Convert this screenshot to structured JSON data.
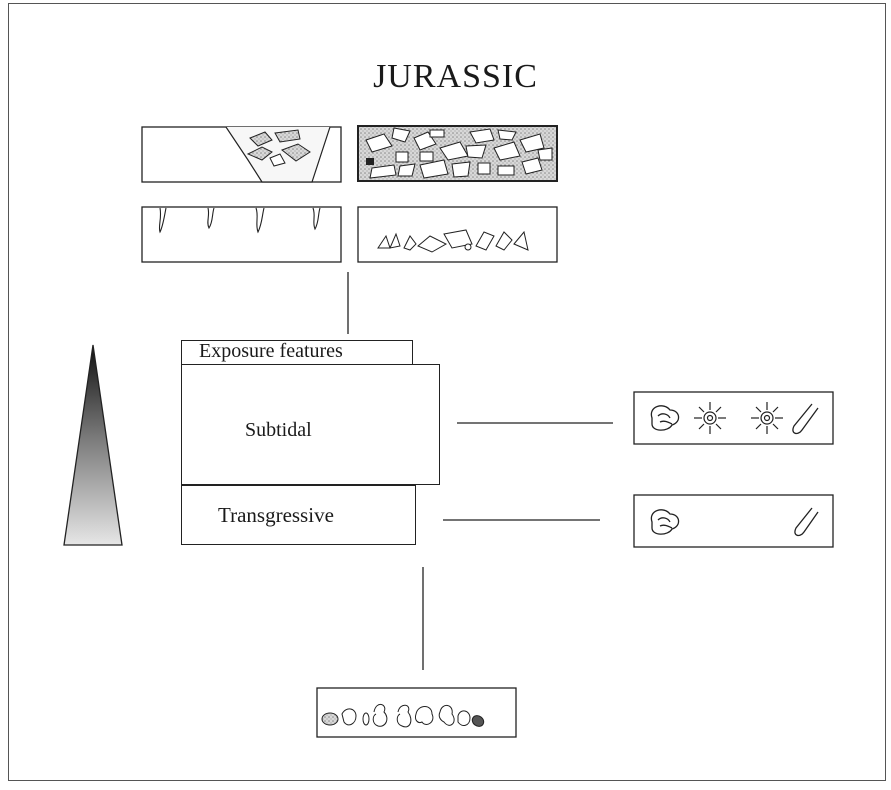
{
  "diagram": {
    "title": "JURASSIC",
    "facies": {
      "exposure_label": "Exposure features",
      "subtidal_label": "Subtidal",
      "transgressive_label": "Transgressive"
    }
  }
}
